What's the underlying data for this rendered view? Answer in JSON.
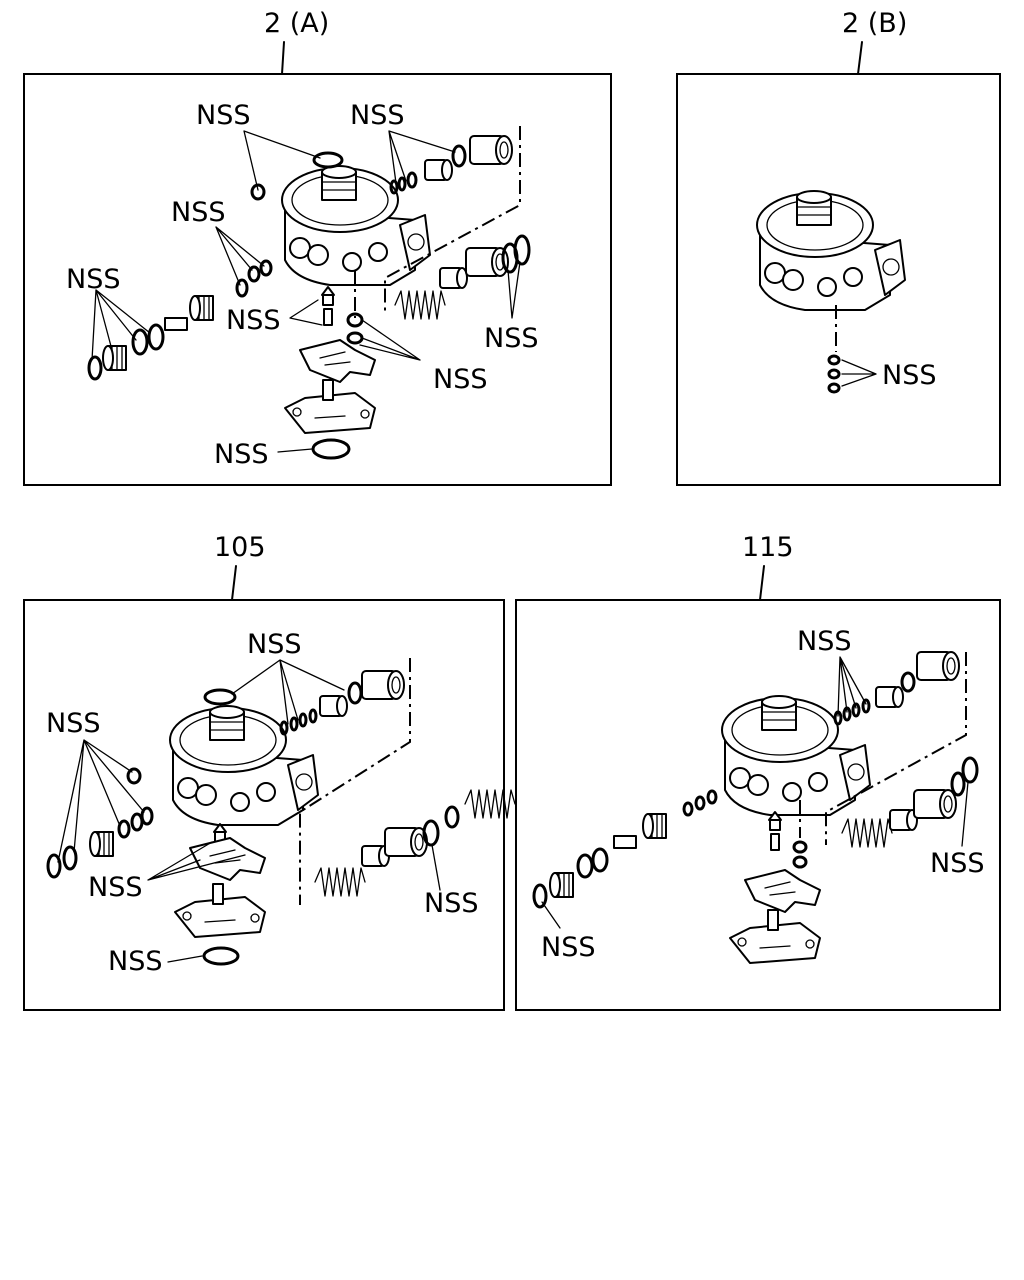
{
  "panels": [
    {
      "id": "2a",
      "ref": "2 (A)",
      "callouts": [
        "NSS",
        "NSS",
        "NSS",
        "NSS",
        "NSS",
        "NSS",
        "NSS",
        "NSS"
      ]
    },
    {
      "id": "2b",
      "ref": "2 (B)",
      "callouts": [
        "NSS"
      ]
    },
    {
      "id": "105",
      "ref": "105",
      "callouts": [
        "NSS",
        "NSS",
        "NSS",
        "NSS",
        "NSS"
      ]
    },
    {
      "id": "115",
      "ref": "115",
      "callouts": [
        "NSS",
        "NSS",
        "NSS"
      ]
    }
  ]
}
